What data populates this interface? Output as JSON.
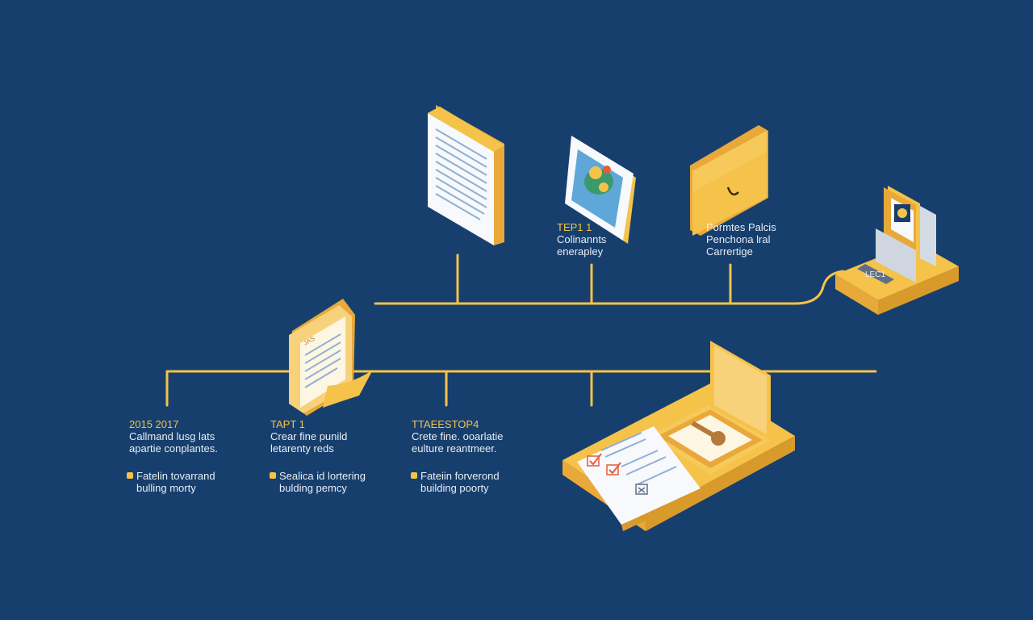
{
  "upper_labels": [
    {
      "head": "TEP1 1",
      "lines": [
        "Colinannts",
        "enerapley"
      ]
    },
    {
      "head": "",
      "lines": [
        "Pormtes Palcis",
        "Penchona lral",
        "Carrertige"
      ]
    }
  ],
  "lower_labels": [
    {
      "head": "2015 2017",
      "lines": [
        "Callmand lusg lats",
        "apartie conplantes."
      ],
      "bullet": [
        "Fatelin tovarrand",
        "bulling morty"
      ]
    },
    {
      "head": "TAPT 1",
      "lines": [
        "Crear fine punild",
        "letarenty reds"
      ],
      "bullet": [
        "Sealica id lortering",
        "bulding pemcy"
      ]
    },
    {
      "head": "TTAEESTOP4",
      "lines": [
        "Crete fine. ooarlatie",
        "eulture reantmeer."
      ],
      "bullet": [
        "Fateiin forverond",
        "building poorty"
      ]
    }
  ],
  "icon_text": {
    "monitor_keyboard": "LEC1",
    "scroll_heading": "JAS"
  },
  "colors": {
    "background": "#163f6d",
    "accent": "#f5c24a",
    "text": "#e9eef6"
  }
}
